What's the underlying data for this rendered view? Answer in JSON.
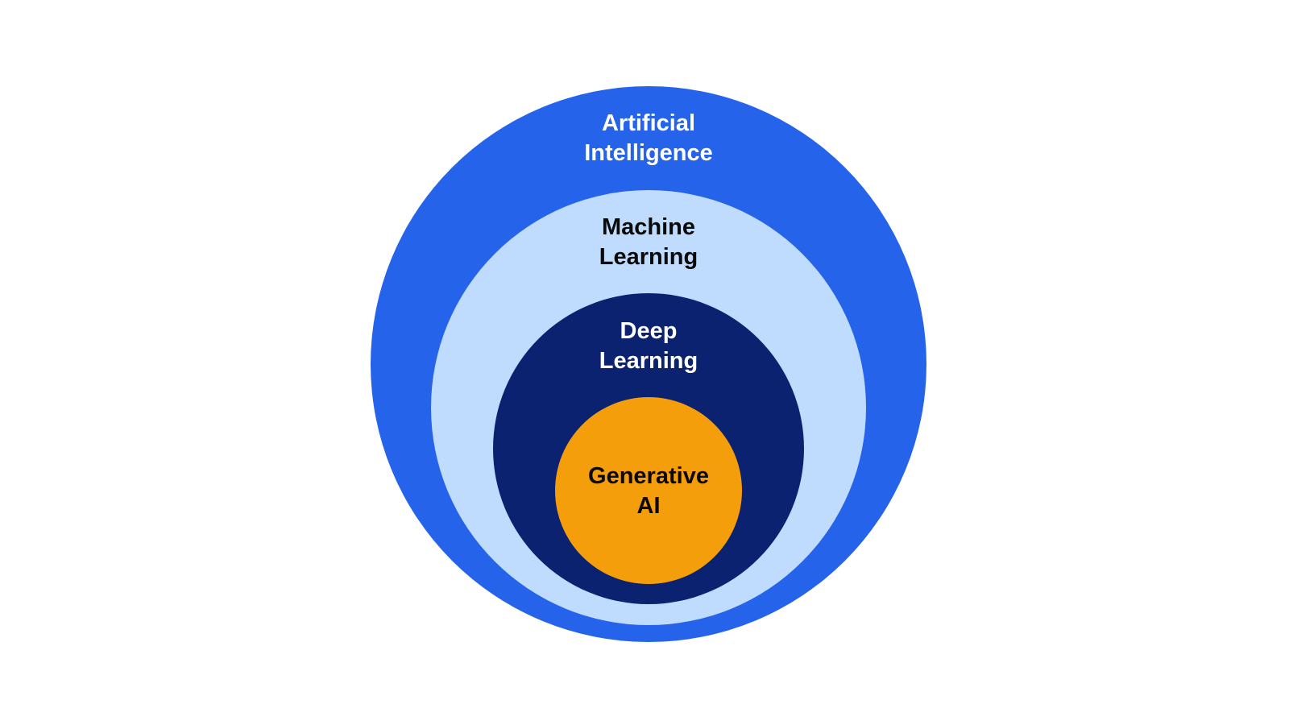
{
  "colors": {
    "background": "#ffffff",
    "ai_fill": "#2563eb",
    "ml_fill": "#bfdbfe",
    "dl_fill": "#0b2270",
    "gen_fill": "#f59e0b",
    "light_text": "#ffffff",
    "dark_text": "#0a0a0a"
  },
  "rings": {
    "artificial_intelligence": {
      "line1": "Artificial",
      "line2": "Intelligence"
    },
    "machine_learning": {
      "line1": "Machine",
      "line2": "Learning"
    },
    "deep_learning": {
      "line1": "Deep",
      "line2": "Learning"
    },
    "generative_ai": {
      "line1": "Generative",
      "line2": "AI"
    }
  }
}
